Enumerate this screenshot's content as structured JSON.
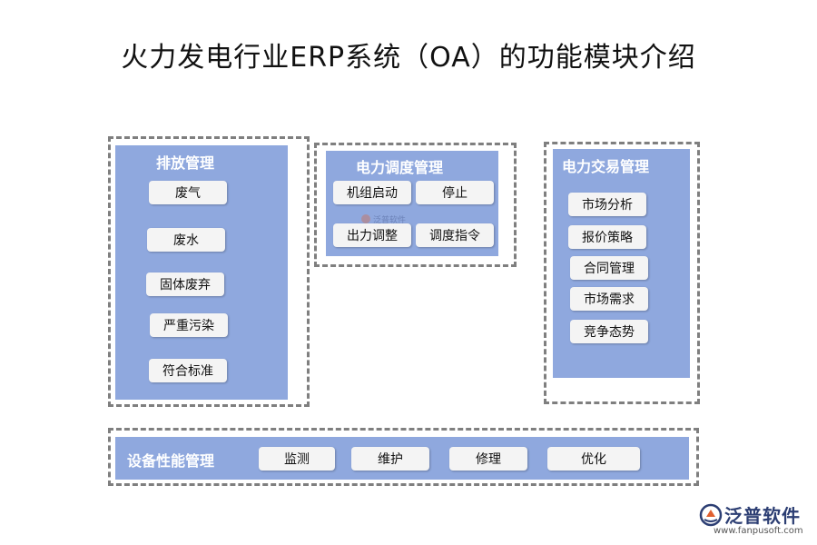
{
  "title": "火力发电行业ERP系统（OA）的功能模块介绍",
  "modules": {
    "emission": {
      "title": "排放管理",
      "items": [
        "废气",
        "废水",
        "固体废弃",
        "严重污染",
        "符合标准"
      ]
    },
    "dispatch": {
      "title": "电力调度管理",
      "items": [
        "机组启动",
        "停止",
        "出力调整",
        "调度指令"
      ]
    },
    "trading": {
      "title": "电力交易管理",
      "items": [
        "市场分析",
        "报价策略",
        "合同管理",
        "市场需求",
        "竞争态势"
      ]
    },
    "equipment": {
      "title": "设备性能管理",
      "items": [
        "监测",
        "维护",
        "修理",
        "优化"
      ]
    }
  },
  "logo": {
    "name": "泛普软件",
    "url": "www.fanpusoft.com"
  },
  "watermark": "泛普软件",
  "colors": {
    "panel": "#8fa8de",
    "button": "#f4f4f4",
    "dash": "#7f7f7f",
    "logo": "#2c3e73",
    "logo_accent": "#e06030"
  }
}
